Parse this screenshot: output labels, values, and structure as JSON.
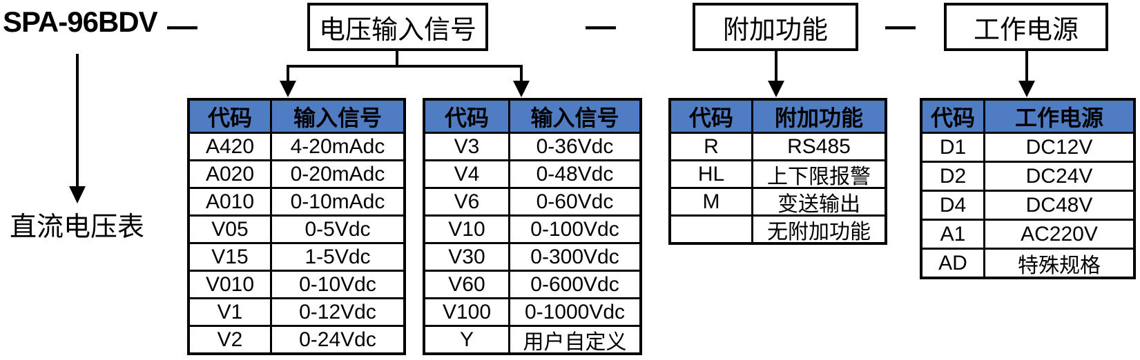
{
  "product": {
    "model": "SPA-96BDV",
    "model_description": "直流电压表",
    "separator": "—"
  },
  "option_boxes": [
    {
      "label": "电压输入信号"
    },
    {
      "label": "附加功能"
    },
    {
      "label": "工作电源"
    }
  ],
  "tables": [
    {
      "name": "voltage-input-signal-table-1",
      "headers": [
        "代码",
        "输入信号"
      ],
      "rows": [
        [
          "A420",
          "4-20mAdc"
        ],
        [
          "A020",
          "0-20mAdc"
        ],
        [
          "A010",
          "0-10mAdc"
        ],
        [
          "V05",
          "0-5Vdc"
        ],
        [
          "V15",
          "1-5Vdc"
        ],
        [
          "V010",
          "0-10Vdc"
        ],
        [
          "V1",
          "0-12Vdc"
        ],
        [
          "V2",
          "0-24Vdc"
        ]
      ]
    },
    {
      "name": "voltage-input-signal-table-2",
      "headers": [
        "代码",
        "输入信号"
      ],
      "rows": [
        [
          "V3",
          "0-36Vdc"
        ],
        [
          "V4",
          "0-48Vdc"
        ],
        [
          "V6",
          "0-60Vdc"
        ],
        [
          "V10",
          "0-100Vdc"
        ],
        [
          "V30",
          "0-300Vdc"
        ],
        [
          "V60",
          "0-600Vdc"
        ],
        [
          "V100",
          "0-1000Vdc"
        ],
        [
          "Y",
          "用户自定义"
        ]
      ]
    },
    {
      "name": "additional-function-table",
      "headers": [
        "代码",
        "附加功能"
      ],
      "rows": [
        [
          "R",
          "RS485"
        ],
        [
          "HL",
          "上下限报警"
        ],
        [
          "M",
          "变送输出"
        ],
        [
          "",
          "无附加功能"
        ]
      ]
    },
    {
      "name": "working-power-table",
      "headers": [
        "代码",
        "工作电源"
      ],
      "rows": [
        [
          "D1",
          "DC12V"
        ],
        [
          "D2",
          "DC24V"
        ],
        [
          "D4",
          "DC48V"
        ],
        [
          "A1",
          "AC220V"
        ],
        [
          "AD",
          "特殊规格"
        ]
      ]
    }
  ],
  "colors": {
    "header_bg": "#4F7CC2",
    "border": "#000000",
    "background": "#FFFFFF"
  }
}
